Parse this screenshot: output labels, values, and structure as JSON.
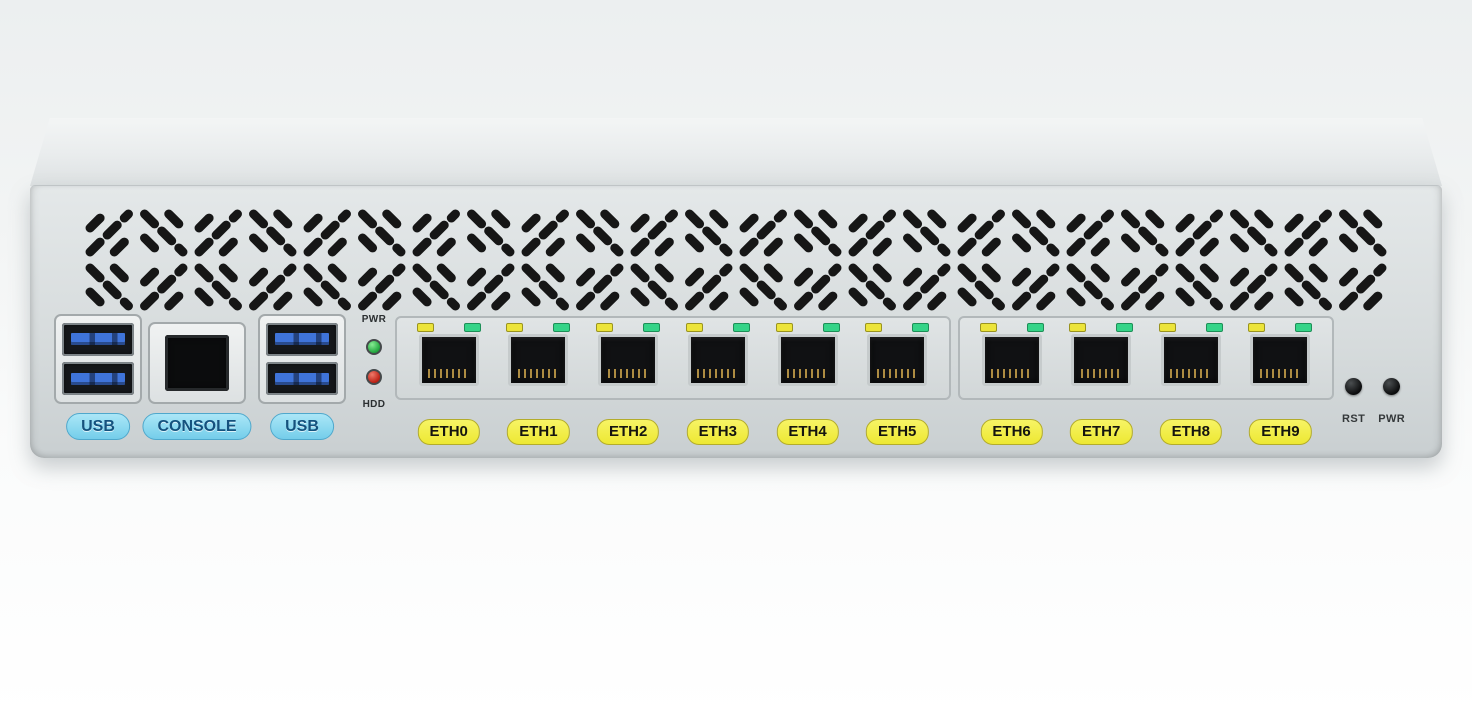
{
  "panel": {
    "usb_left_label": "USB",
    "console_label": "CONSOLE",
    "usb_right_label": "USB",
    "pwr_led_label": "PWR",
    "hdd_led_label": "HDD",
    "reset_button_label": "RST",
    "power_button_label": "PWR"
  },
  "eth_ports": [
    {
      "label": "ETH0"
    },
    {
      "label": "ETH1"
    },
    {
      "label": "ETH2"
    },
    {
      "label": "ETH3"
    },
    {
      "label": "ETH4"
    },
    {
      "label": "ETH5"
    },
    {
      "label": "ETH6"
    },
    {
      "label": "ETH7"
    },
    {
      "label": "ETH8"
    },
    {
      "label": "ETH9"
    }
  ],
  "colors": {
    "chassis_front": "#d6dbdc",
    "vent_slots": "#161616",
    "usb_label_bg": "#8fdcf2",
    "usb_label_text": "#14527e",
    "eth_label_bg": "#f3ee4f",
    "eth_label_text": "#15150f",
    "power_led": "#2fae4e",
    "hdd_led": "#c9231a",
    "eth_led_yellow": "#e9e23a",
    "eth_led_green": "#35d488",
    "usb_connector": "#3f74da"
  }
}
